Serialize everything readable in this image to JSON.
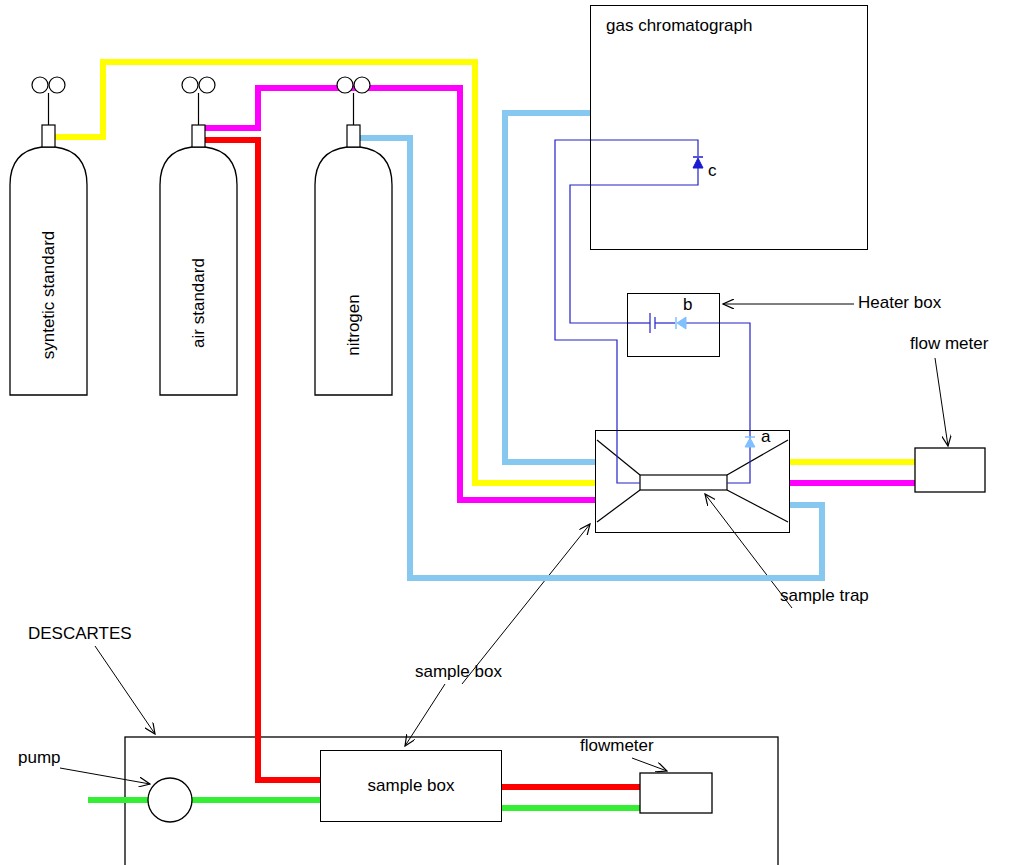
{
  "diagram": {
    "nodes": [
      {
        "text": [
          "syntetic standard"
        ]
      },
      {
        "text": [
          "air standard"
        ]
      },
      {
        "text": [
          "nitrogen"
        ]
      },
      {
        "text": [
          "gas chromatograph"
        ]
      },
      {
        "text": [
          "b"
        ]
      },
      {
        "text": [
          "a"
        ]
      },
      {
        "text": [
          "sample box"
        ]
      }
    ],
    "edges": [
      {
        "from": 0,
        "to": 5,
        "arrow": "none"
      },
      {
        "from": 1,
        "to": 5,
        "arrow": "none"
      },
      {
        "from": 2,
        "to": 5,
        "arrow": "none"
      },
      {
        "from": 5,
        "to": 3,
        "arrow": "none"
      },
      {
        "from": 1,
        "to": 6,
        "arrow": "none"
      },
      {
        "from": 3,
        "to": 5,
        "arrow": "none"
      },
      {
        "from": 3,
        "to": 4,
        "arrow": "none"
      },
      {
        "from": 4,
        "to": 5,
        "arrow": "none"
      }
    ],
    "labels": [
      "c",
      "Heater box",
      "flow meter",
      "sample trap",
      "sample box",
      "DESCARTES",
      "pump",
      "flowmeter"
    ]
  }
}
